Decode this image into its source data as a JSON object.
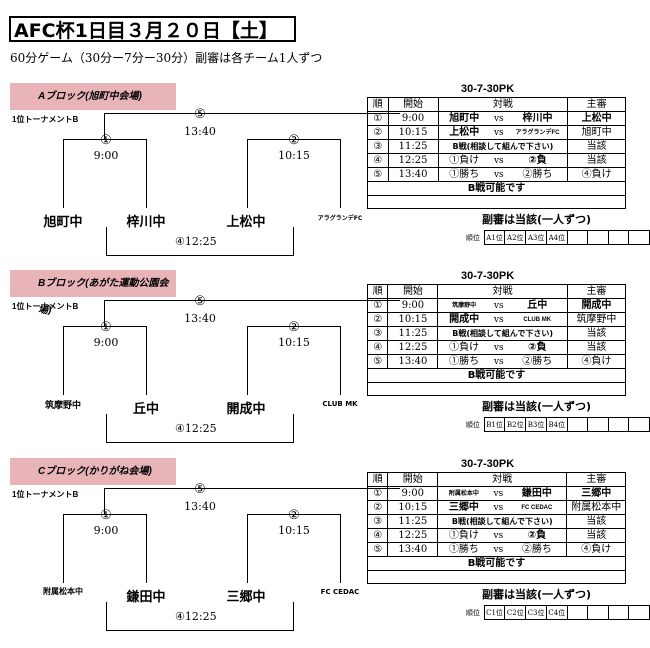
{
  "title": "AFC杯1日目３月２０日【土】",
  "subtitle": "60分ゲーム（30分ー7分ー30分）副審は各チーム1人ずつ",
  "blocks": [
    {
      "name": "Aブロック(旭町中会場)",
      "tour_label": "1位トーナメントB",
      "final_num": "⑤",
      "final_time": "13:40",
      "left_num": "①",
      "left_time": "9:00",
      "right_num": "②",
      "right_time": "10:15",
      "teams": [
        "旭町中",
        "梓川中",
        "上松中",
        "アラグランデFC"
      ],
      "bottom": "④12:25",
      "pk": "30-7-30PK",
      "headers": [
        "順",
        "開始",
        "対戦",
        "主審"
      ],
      "vs": "vs",
      "rows": [
        {
          "no": "①",
          "time": "9:00",
          "home": "旭町中",
          "away": "梓川中",
          "ref": "上松中"
        },
        {
          "no": "②",
          "time": "10:15",
          "home": "上松中",
          "away": "アラグランデFC",
          "ref": "旭町中"
        },
        {
          "no": "③",
          "time": "11:25",
          "match": "B戦(相談して組んで下さい)",
          "ref": "当該"
        },
        {
          "no": "④",
          "time": "12:25",
          "home": "①負け",
          "away": "②負",
          "ref": "当該"
        },
        {
          "no": "⑤",
          "time": "13:40",
          "home": "①勝ち",
          "away": "②勝ち",
          "ref": "④負け"
        }
      ],
      "b_note": "B戦可能です",
      "ref_note": "副審は当該(一人ずつ)",
      "rank_label": "順位",
      "ranks": [
        "A1位",
        "A2位",
        "A3位",
        "A4位"
      ]
    },
    {
      "name": "Bブロック(あがた運動公園会場)",
      "tour_label": "1位トーナメントB",
      "final_num": "⑤",
      "final_time": "13:40",
      "left_num": "①",
      "left_time": "9:00",
      "right_num": "②",
      "right_time": "10:15",
      "teams": [
        "筑摩野中",
        "丘中",
        "開成中",
        "CLUB MK"
      ],
      "bottom": "④12:25",
      "pk": "30-7-30PK",
      "headers": [
        "順",
        "開始",
        "対戦",
        "主審"
      ],
      "vs": "vs",
      "rows": [
        {
          "no": "①",
          "time": "9:00",
          "home": "筑摩野中",
          "away": "丘中",
          "ref": "開成中"
        },
        {
          "no": "②",
          "time": "10:15",
          "home": "開成中",
          "away": "CLUB MK",
          "ref": "筑摩野中"
        },
        {
          "no": "③",
          "time": "11:25",
          "match": "B戦(相談して組んで下さい)",
          "ref": "当該"
        },
        {
          "no": "④",
          "time": "12:25",
          "home": "①負け",
          "away": "②負",
          "ref": "当該"
        },
        {
          "no": "⑤",
          "time": "13:40",
          "home": "①勝ち",
          "away": "②勝ち",
          "ref": "④負け"
        }
      ],
      "b_note": "B戦可能です",
      "ref_note": "副審は当該(一人ずつ)",
      "rank_label": "順位",
      "ranks": [
        "B1位",
        "B2位",
        "B3位",
        "B4位"
      ]
    },
    {
      "name": "Cブロック(かりがね会場)",
      "tour_label": "1位トーナメントB",
      "final_num": "⑤",
      "final_time": "13:40",
      "left_num": "①",
      "left_time": "9:00",
      "right_num": "②",
      "right_time": "10:15",
      "teams": [
        "附属松本中",
        "鎌田中",
        "三郷中",
        "FC CEDAC"
      ],
      "bottom": "④12:25",
      "pk": "30-7-30PK",
      "headers": [
        "順",
        "開始",
        "対戦",
        "主審"
      ],
      "vs": "vs",
      "rows": [
        {
          "no": "①",
          "time": "9:00",
          "home": "附属松本中",
          "away": "鎌田中",
          "ref": "三郷中"
        },
        {
          "no": "②",
          "time": "10:15",
          "home": "三郷中",
          "away": "FC CEDAC",
          "ref": "附属松本中"
        },
        {
          "no": "③",
          "time": "11:25",
          "match": "B戦(相談して組んで下さい)",
          "ref": "当該"
        },
        {
          "no": "④",
          "time": "12:25",
          "home": "①負け",
          "away": "②負",
          "ref": "当該"
        },
        {
          "no": "⑤",
          "time": "13:40",
          "home": "①勝ち",
          "away": "②勝ち",
          "ref": "④負け"
        }
      ],
      "b_note": "B戦可能です",
      "ref_note": "副審は当該(一人ずつ)",
      "rank_label": "順位",
      "ranks": [
        "C1位",
        "C2位",
        "C3位",
        "C4位"
      ]
    }
  ]
}
